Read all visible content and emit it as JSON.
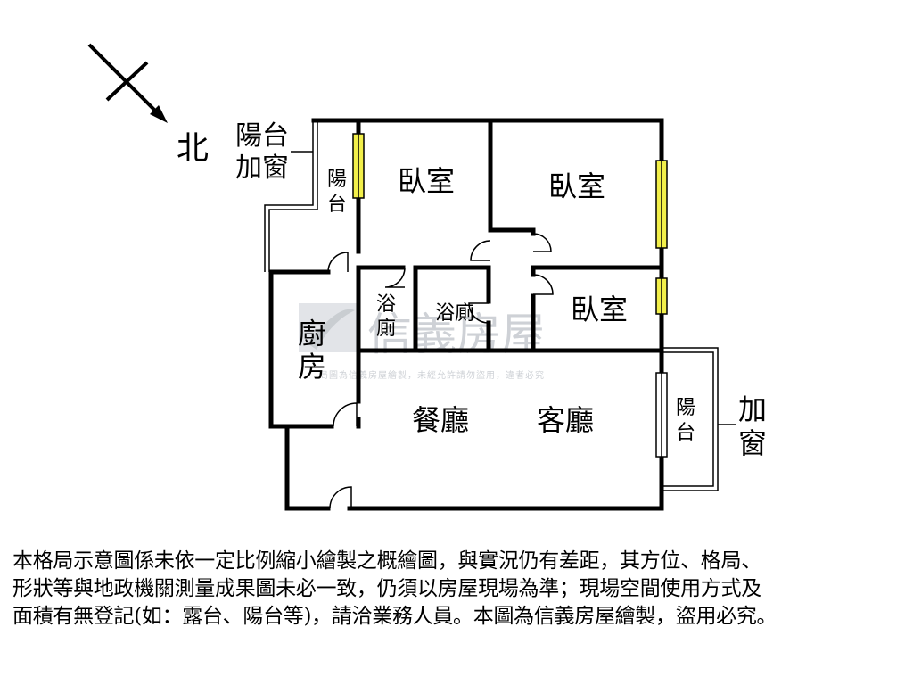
{
  "compass": {
    "label": "北"
  },
  "rooms": {
    "bedroom_1": "臥室",
    "bedroom_2": "臥室",
    "bedroom_3": "臥室",
    "bath_1": [
      "浴",
      "廁"
    ],
    "bath_2": "浴廁",
    "kitchen": [
      "廚",
      "房"
    ],
    "dining": "餐廳",
    "living": "客廳",
    "balcony_left": [
      "陽",
      "台"
    ],
    "balcony_left_window": [
      "陽台",
      "加窗"
    ],
    "balcony_right": [
      "陽",
      "台"
    ],
    "balcony_right_window": [
      "加",
      "窗"
    ]
  },
  "watermark": {
    "brand": "信義房屋",
    "notice": "局圖為信義房屋繪製，未經允許請勿盜用，違者必究"
  },
  "disclaimer": [
    "本格局示意圖係未依一定比例縮小繪製之概繪圖，與實況仍有差距，其方位、格局、",
    "形狀等與地政機關測量成果圖未必一致，仍須以房屋現場為準；現場空間使用方式及",
    "面積有無登記(如：露台、陽台等)，請洽業務人員。本圖為信義房屋繪製，盜用必究。"
  ],
  "colors": {
    "wall": "#000000",
    "window": "#f2ef4a",
    "watermark": "#c9cdd2"
  }
}
